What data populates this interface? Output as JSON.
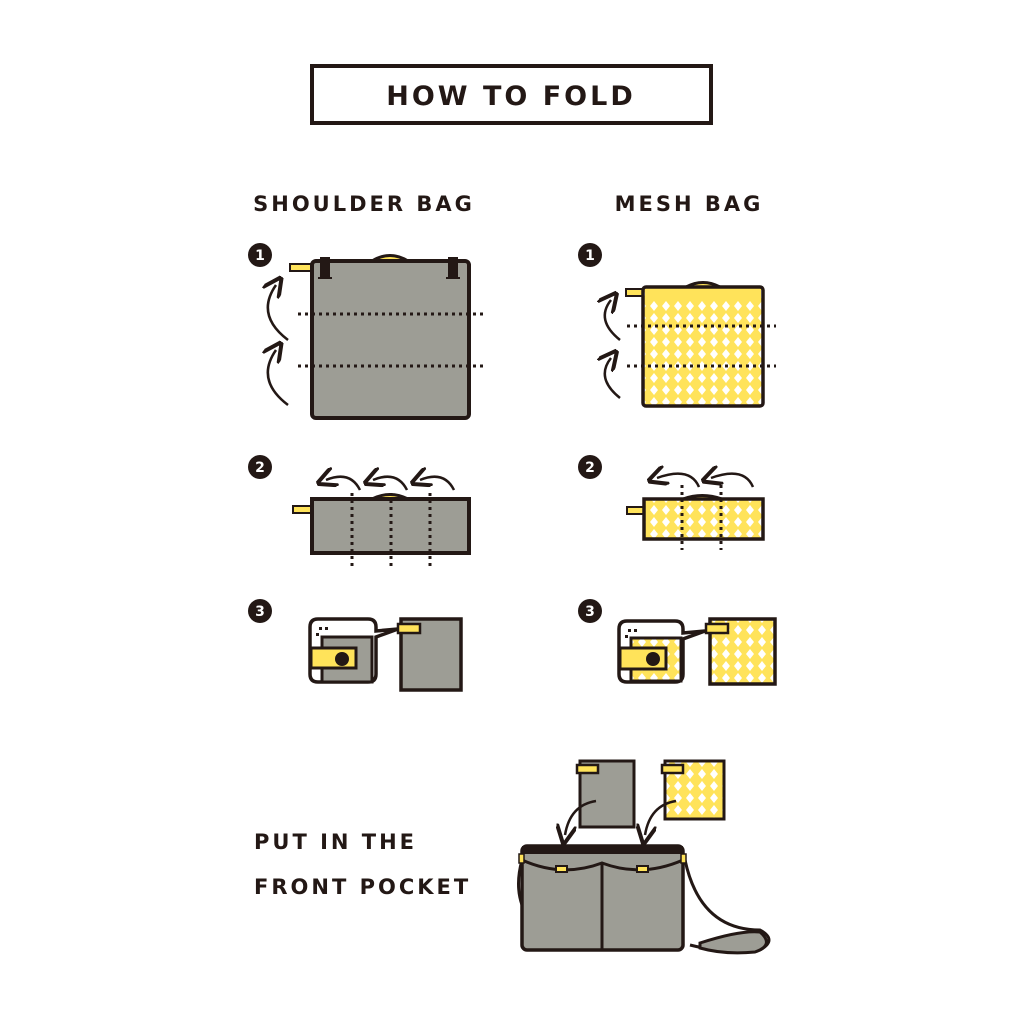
{
  "title": "HOW TO FOLD",
  "columns": {
    "shoulder": {
      "heading": "SHOULDER BAG"
    },
    "mesh": {
      "heading": "MESH BAG"
    }
  },
  "steps": [
    "1",
    "2",
    "3"
  ],
  "final": {
    "line1": "PUT IN THE",
    "line2": "FRONT POCKET"
  },
  "colors": {
    "ink": "#231815",
    "gray": "#9d9d95",
    "yellow": "#ffe35a"
  }
}
